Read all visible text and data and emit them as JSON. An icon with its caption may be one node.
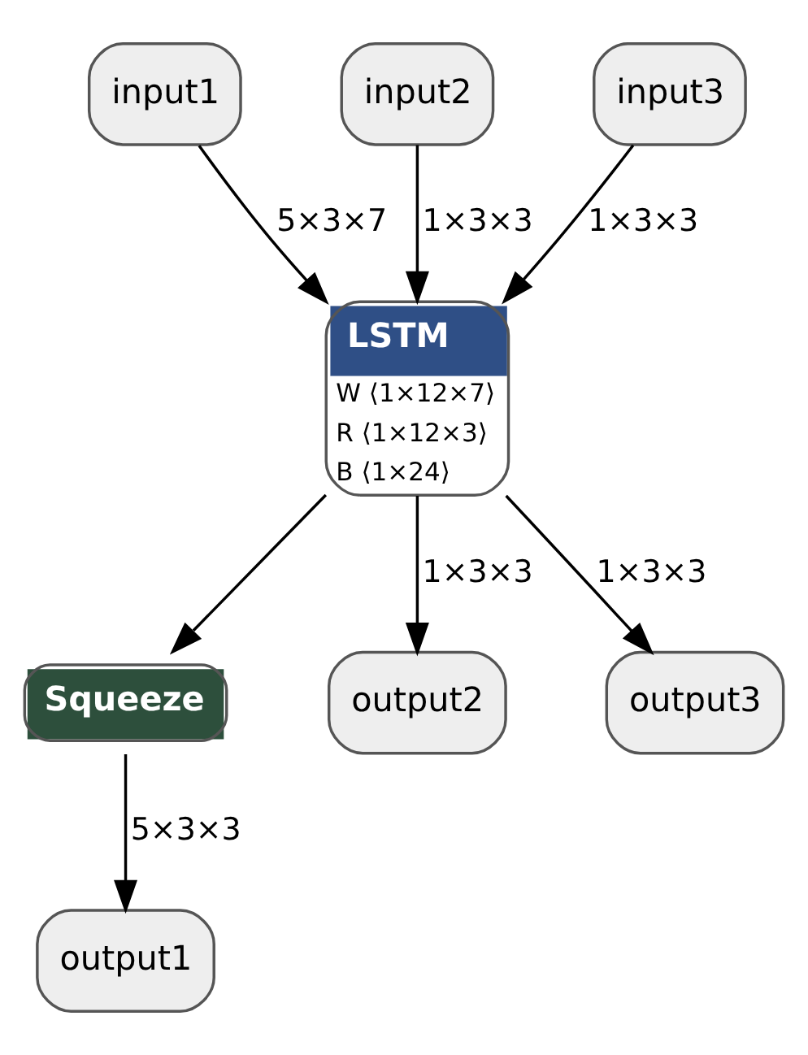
{
  "diagram": {
    "nodes": [
      {
        "text": [
          "input1"
        ]
      },
      {
        "text": [
          "input2"
        ]
      },
      {
        "text": [
          "input3"
        ]
      },
      {
        "text": [
          "LSTM",
          "W ⟨1×12×7⟩",
          "R ⟨1×12×3⟩",
          "B ⟨1×24⟩"
        ]
      },
      {
        "text": [
          "Squeeze"
        ]
      },
      {
        "text": [
          "output2"
        ]
      },
      {
        "text": [
          "output3"
        ]
      },
      {
        "text": [
          "output1"
        ]
      }
    ],
    "edges": [
      {
        "from": 0,
        "to": 3,
        "arrow": "to",
        "label": "5×3×7"
      },
      {
        "from": 1,
        "to": 3,
        "arrow": "to",
        "label": "1×3×3"
      },
      {
        "from": 2,
        "to": 3,
        "arrow": "to",
        "label": "1×3×3"
      },
      {
        "from": 3,
        "to": 4,
        "arrow": "to"
      },
      {
        "from": 3,
        "to": 5,
        "arrow": "to",
        "label": "1×3×3"
      },
      {
        "from": 3,
        "to": 6,
        "arrow": "to",
        "label": "1×3×3"
      },
      {
        "from": 4,
        "to": 7,
        "arrow": "to",
        "label": "5×3×3"
      }
    ]
  }
}
